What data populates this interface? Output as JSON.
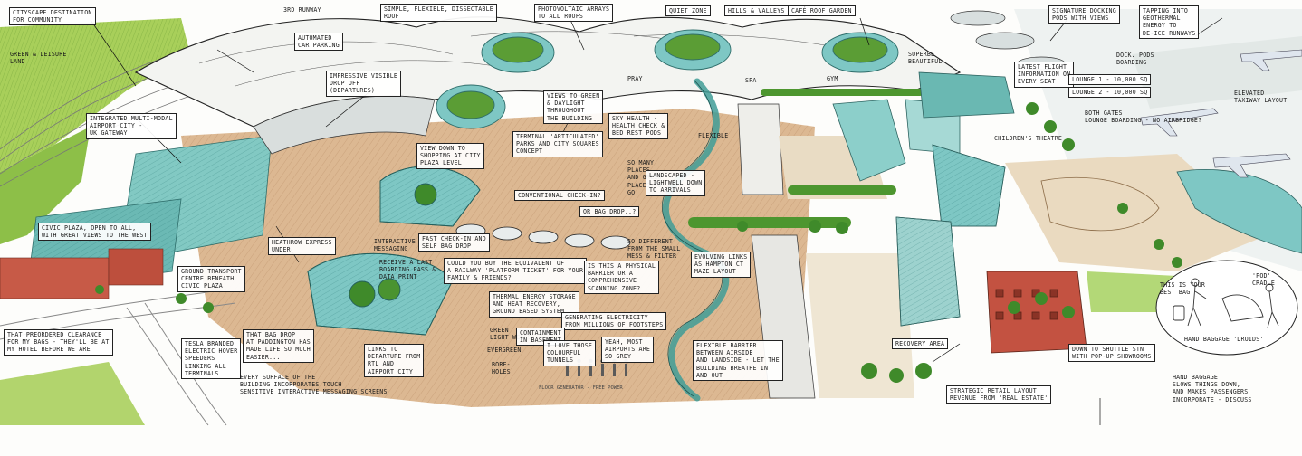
{
  "annotations": [
    {
      "id": "cityscape",
      "text": "Cityscape destination\nfor community"
    },
    {
      "id": "third-runway",
      "text": "3rd runway"
    },
    {
      "id": "simple-roof",
      "text": "Simple, flexible, dissectable\nroof"
    },
    {
      "id": "photovoltaic",
      "text": "Photovoltaic arrays\nto all roofs"
    },
    {
      "id": "quiet-zone",
      "text": "Quiet zone"
    },
    {
      "id": "hills-valleys",
      "text": "Hills & valleys"
    },
    {
      "id": "cafe-roof",
      "text": "Café roof garden"
    },
    {
      "id": "signature-docking",
      "text": "Signature docking\npods with views"
    },
    {
      "id": "geothermal",
      "text": "Tapping into\ngeothermal\nenergy to\nde-ice runways"
    },
    {
      "id": "green-leisure",
      "text": "Green & leisure\nland"
    },
    {
      "id": "automated-parking",
      "text": "Automated\ncar parking"
    },
    {
      "id": "impressive-drop",
      "text": "Impressive visible\ndrop off\n(departures)"
    },
    {
      "id": "multi-modal",
      "text": "Integrated multi-modal\nairport city -\nUK gateway"
    },
    {
      "id": "views-green",
      "text": "Views to green\n& daylight\nthroughout\nthe building"
    },
    {
      "id": "sky-health",
      "text": "Sky health -\nhealth check &\nbed rest pods"
    },
    {
      "id": "flexible",
      "text": "Flexible"
    },
    {
      "id": "docking-pods-sign",
      "text": "Dock. pods\nboarding"
    },
    {
      "id": "view-shopping",
      "text": "View down to\nshopping at city\nplaza level"
    },
    {
      "id": "terminal-parks",
      "text": "Terminal 'articulated'\nparks and city squares\nconcept"
    },
    {
      "id": "so-many",
      "text": "So many\nplaces\nand green\nplaces to\ngo"
    },
    {
      "id": "landscaped",
      "text": "Landscaped -\nlightwell down\nto arrivals"
    },
    {
      "id": "conventional-checkin",
      "text": "Conventional check-in?"
    },
    {
      "id": "bag-drop",
      "text": "Or bag drop..?"
    },
    {
      "id": "civic-plaza",
      "text": "Civic plaza, open to all,\nwith great views to the west"
    },
    {
      "id": "heathrow-express",
      "text": "Heathrow express\nunder"
    },
    {
      "id": "interactive-messaging",
      "text": "Interactive\nmessaging"
    },
    {
      "id": "fast-checkin",
      "text": "Fast check-in and\nself bag drop"
    },
    {
      "id": "receive-pass",
      "text": "Receive a last\nboarding pass &\ndata print"
    },
    {
      "id": "platform-ticket",
      "text": "Could you buy the equivalent of\na railway 'platform ticket' for your\nfamily & friends?"
    },
    {
      "id": "physical-barrier",
      "text": "Is this a physical\nbarrier or a\ncomprehensive\nscanning zone?"
    },
    {
      "id": "so-different",
      "text": "So different\nfrom the small\nmess & filter"
    },
    {
      "id": "evolving-links",
      "text": "Evolving links\nas Hampton Ct\nmaze layout"
    },
    {
      "id": "ground-transport",
      "text": "Ground transport\ncentre beneath\ncivic plaza"
    },
    {
      "id": "thermal-energy",
      "text": "Thermal energy storage\nand heat recovery,\nground based system"
    },
    {
      "id": "generating",
      "text": "Generating electricity\nfrom millions of footsteps"
    },
    {
      "id": "flexible-barrier",
      "text": "Flexible barrier\nbetween airside\nand landside - let the\nbuilding breathe in\nand out"
    },
    {
      "id": "preordered",
      "text": "That preordered clearance\nfor my bags - they'll be at\nmy hotel before we are"
    },
    {
      "id": "tesla",
      "text": "Tesla branded\nelectric hover\nspeeders\nlinking all\nterminals"
    },
    {
      "id": "paddington",
      "text": "That bag drop\nat Paddington has\nmade life so much\neasier..."
    },
    {
      "id": "green-light",
      "text": "Green\nlight wells"
    },
    {
      "id": "evergreen",
      "text": "Evergreen"
    },
    {
      "id": "containment",
      "text": "Containment\nin basement"
    },
    {
      "id": "bore-holes",
      "text": "Bore-\nholes"
    },
    {
      "id": "links-departure",
      "text": "Links to\ndeparture from\nRTL and\nairport city"
    },
    {
      "id": "love-colourful",
      "text": "I love those\ncolourful\ntunnels"
    },
    {
      "id": "yeah-most",
      "text": "Yeah, most\nairports are\nso grey"
    },
    {
      "id": "every-surface",
      "text": "Every surface of the\nbuilding incorporates touch\nsensitive interactive messaging screens"
    },
    {
      "id": "recovery-area",
      "text": "Recovery area"
    },
    {
      "id": "shuttle",
      "text": "Down to shuttle stn\nwith pop-up showrooms"
    },
    {
      "id": "strategic-retail",
      "text": "Strategic retail layout\nrevenue from 'real estate'"
    },
    {
      "id": "hand-baggage-droids",
      "text": "Hand baggage 'droids'"
    },
    {
      "id": "hand-baggage-slows",
      "text": "Hand baggage\nslows things down,\nand makes passengers\nincorporate - discuss"
    },
    {
      "id": "elevated-taxiway",
      "text": "Elevated\ntaxiway layout"
    },
    {
      "id": "flight-info",
      "text": "Latest flight\ninformation on\nevery seat"
    },
    {
      "id": "bag-lounge",
      "text": "Both gates\nlounge boarding - no airbridge?"
    },
    {
      "id": "theatre",
      "text": "Children's theatre"
    },
    {
      "id": "gym",
      "text": "Gym"
    },
    {
      "id": "spa",
      "text": "Spa"
    },
    {
      "id": "pray",
      "text": "Pray"
    },
    {
      "id": "superb-beautiful",
      "text": "Superbe\nbeautiful"
    },
    {
      "id": "this-is-bag",
      "text": "This is your\nbest bag"
    },
    {
      "id": "pod-cradle",
      "text": "'Pod'\ncradle"
    },
    {
      "id": "floor-generator",
      "text": "Floor generator - free power"
    },
    {
      "id": "lounge-1",
      "text": "Lounge 1 - 10,000 sq"
    },
    {
      "id": "lounge-2",
      "text": "Lounge 2 - 10,000 sq"
    }
  ],
  "colors": {
    "ink": "#1d1d1d",
    "plaza": "#d9b48f",
    "plaza_dark": "#c7946b",
    "glass": "#7ec7c4",
    "glass_dark": "#4f9e9c",
    "grass": "#9cc64b",
    "grass_dark": "#5f9a2c",
    "tree": "#3f8a2a",
    "roof": "#f4f4f2",
    "roofShade": "#d8dcdc",
    "brick": "#c0503f",
    "rail": "#8a8a8a",
    "road": "#bcbcbc"
  }
}
